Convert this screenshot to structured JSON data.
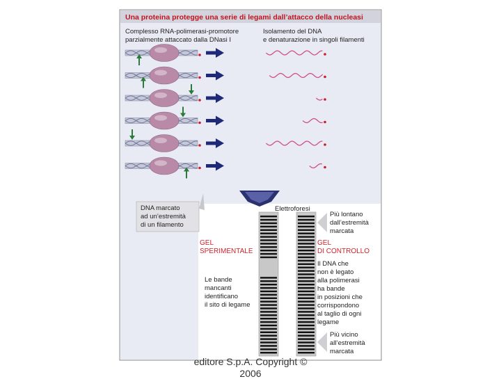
{
  "figure": {
    "title": "Una proteina protegge una serie di legami dall’attacco della nucleasi",
    "left_heading": [
      "Complesso RNA-polimerasi-promotore",
      "parzialmente attaccato dalla DNasi I"
    ],
    "right_heading": [
      "Isolamento del DNA",
      "e denaturazione in singoli filamenti"
    ],
    "label_dna": [
      "DNA marcato",
      "ad un’estremità",
      "di un filamento"
    ],
    "label_electro": "Elettroforesi",
    "label_farther": [
      "Più lontano",
      "dall’estremità",
      "marcata"
    ],
    "label_gel_exp": [
      "GEL",
      "SPERIMENTALE"
    ],
    "label_gel_ctrl": [
      "GEL",
      "DI CONTROLLO"
    ],
    "label_control_desc": [
      "Il DNA che",
      "non è legato",
      "alla polimerasi",
      "ha bande",
      "in posizioni che",
      "corrispondono",
      "al taglio di ogni",
      "legame"
    ],
    "label_missing": [
      "Le bande",
      "mancanti",
      "identificano",
      "il sito di legame"
    ],
    "label_closer": [
      "Più vicino",
      "all’estremità",
      "marcata"
    ],
    "colors": {
      "title_bg": "#d3d3de",
      "title_text": "#c0141e",
      "panel_bg": "#e8ebf3",
      "gel_label": "#d0232a",
      "enzyme": "#b98aa8",
      "fragment": "#d04e8c",
      "arrow_green": "#2a7a3a",
      "arrow_navy": "#1e2a78"
    },
    "rows": [
      {
        "cut": "up",
        "fragment_length": 0.85
      },
      {
        "cut": "up",
        "fragment_length": 0.8
      },
      {
        "cut": "down",
        "fragment_length": 0.1
      },
      {
        "cut": "down",
        "fragment_length": 0.3
      },
      {
        "cut": "down",
        "fragment_length": 0.85
      },
      {
        "cut": "up",
        "fragment_length": 0.2
      }
    ]
  },
  "footer": {
    "line1": "editore S.p.A. Copyright ©",
    "line2": "2006"
  }
}
